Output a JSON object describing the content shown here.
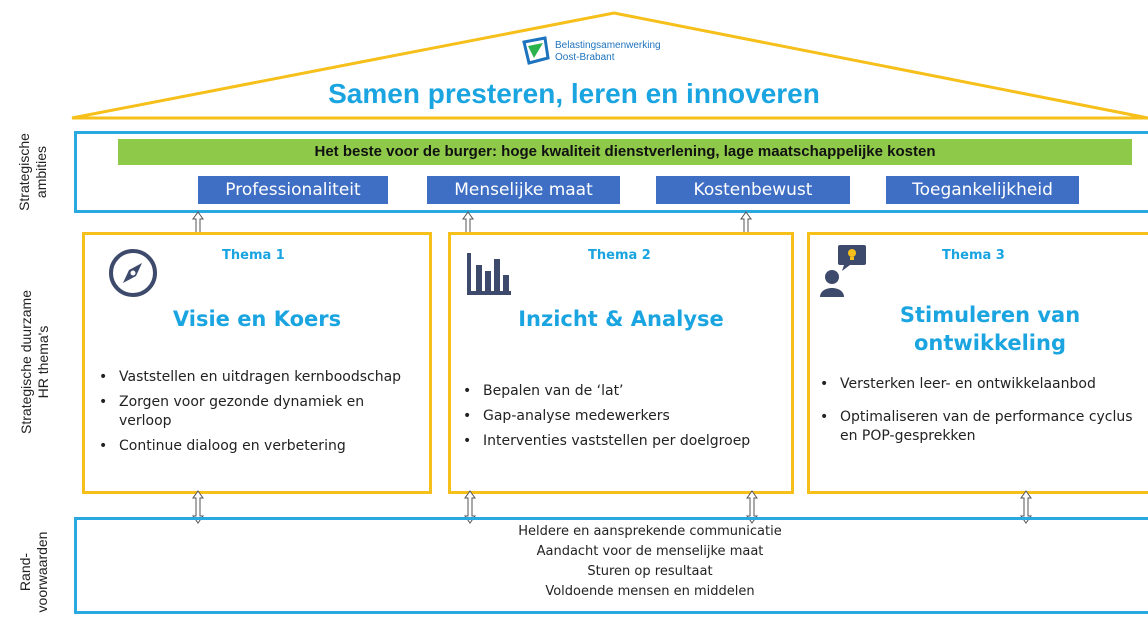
{
  "logo": {
    "line1": "Belastingsamenwerking",
    "line2": "Oost-Brabant",
    "colors": {
      "blue": "#1e73be",
      "green": "#2bb24c"
    }
  },
  "motto": "Samen presteren, leren en innoveren",
  "side_labels": {
    "ambities": [
      "Strategische",
      "ambities"
    ],
    "themas": [
      "Strategische duurzame",
      "HR thema's"
    ],
    "rand": [
      "Rand-",
      "voorwaarden"
    ]
  },
  "ambition_bar": "Het beste voor de burger: hoge kwaliteit dienstverlening, lage maatschappelijke kosten",
  "ambitions": [
    "Professionaliteit",
    "Menselijke maat",
    "Kostenbewust",
    "Toegankelijkheid"
  ],
  "themes": [
    {
      "number": "Thema 1",
      "icon": "compass-icon",
      "title": "Visie en Koers",
      "bullets": [
        "Vaststellen en uitdragen kernboodschap",
        "Zorgen voor gezonde dynamiek en verloop",
        "Continue dialoog en verbetering"
      ]
    },
    {
      "number": "Thema 2",
      "icon": "bar-chart-icon",
      "title": "Inzicht & Analyse",
      "bullets": [
        "Bepalen van de ‘lat’",
        "Gap-analyse medewerkers",
        "Interventies vaststellen per doelgroep"
      ]
    },
    {
      "number": "Thema 3",
      "icon": "person-idea-icon",
      "title": "Stimuleren van ontwikkeling",
      "bullets": [
        "Versterken leer- en ontwikkelaanbod",
        "Optimaliseren van de performance cyclus en POP-gesprekken"
      ]
    }
  ],
  "randvoorwaarden": [
    "Heldere en aansprekende communicatie",
    "Aandacht voor de menselijke maat",
    "Sturen op resultaat",
    "Voldoende mensen en middelen"
  ],
  "colors": {
    "accent_blue": "#1aa4e0",
    "frame_blue": "#29a9e0",
    "ambition_blue": "#3f6fc4",
    "theme_border": "#f6bf1a",
    "green_bar": "#8ec94a",
    "icon_dark": "#3d4a6b"
  }
}
